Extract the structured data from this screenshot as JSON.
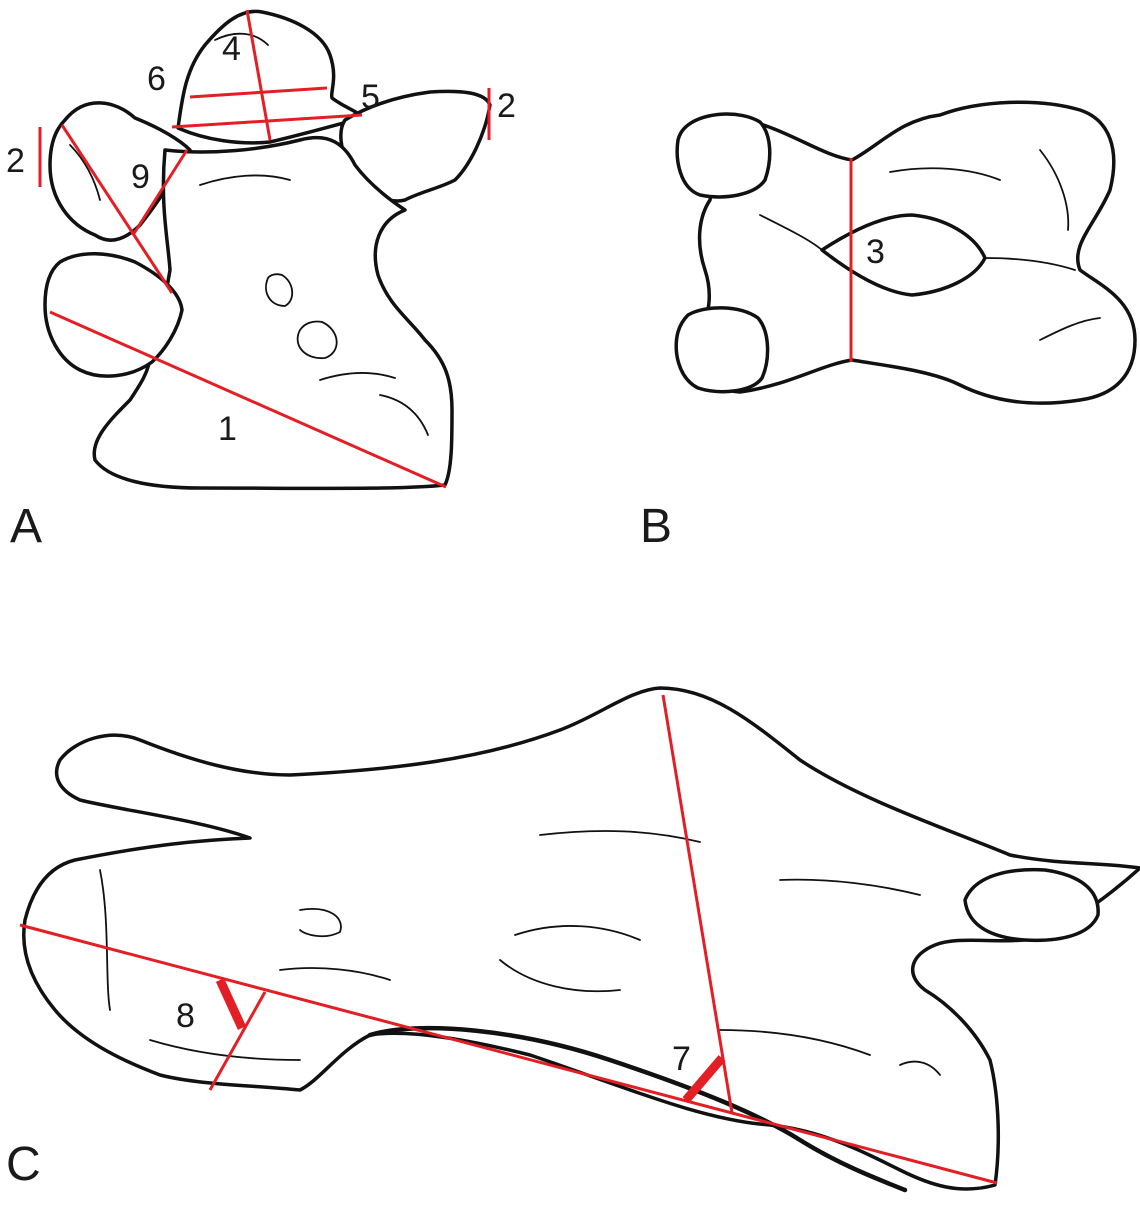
{
  "colors": {
    "measurement": "#e31e24",
    "outline": "#111111",
    "background": "#ffffff"
  },
  "panels": {
    "a": {
      "label": "A"
    },
    "b": {
      "label": "B"
    },
    "c": {
      "label": "C"
    }
  },
  "measurements": {
    "m1": "1",
    "m2_left": "2",
    "m2_right": "2",
    "m3": "3",
    "m4": "4",
    "m5": "5",
    "m6": "6",
    "m7": "7",
    "m8": "8",
    "m9": "9"
  }
}
